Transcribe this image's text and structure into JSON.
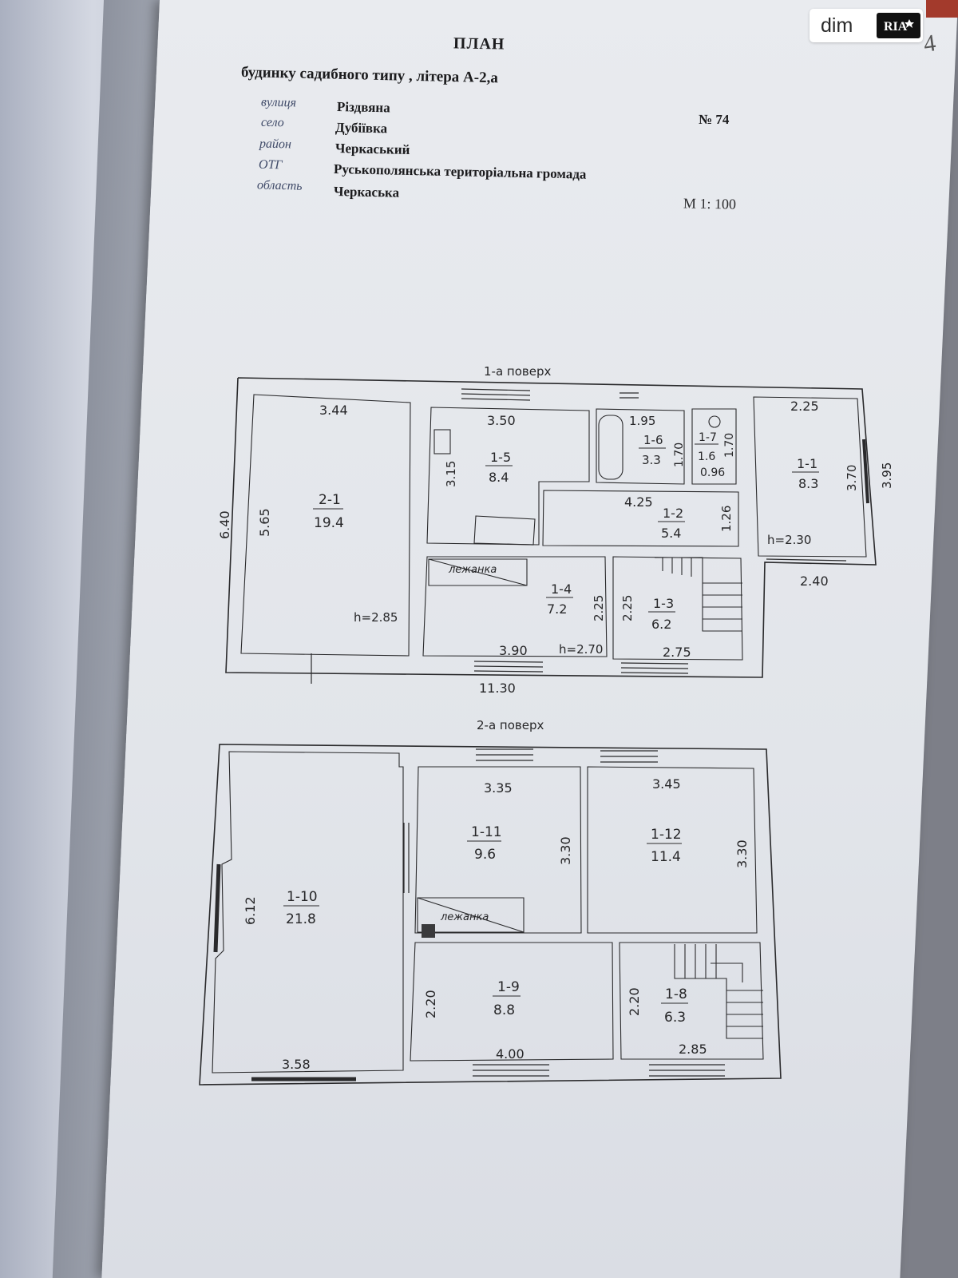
{
  "document": {
    "title": "ПЛАН",
    "subtitle": "будинку садибного типу , літера   А-2,а",
    "fields": [
      {
        "label": "вулиця",
        "value": "Різдвяна"
      },
      {
        "label": "село",
        "value": "Дубіївка"
      },
      {
        "label": "район",
        "value": "Черкаський"
      },
      {
        "label": "ОТГ",
        "value": "Руськополянська територіальна громада"
      },
      {
        "label": "область",
        "value": "Черкаська"
      }
    ],
    "number": "№ 74",
    "scale": "М 1: 100",
    "handwritten_mark": "4"
  },
  "watermark": {
    "dim": "dim",
    "ria": "RIA"
  },
  "floor1": {
    "title": "1-а  поверх",
    "rooms": [
      {
        "id": "2-1",
        "area": "19.4"
      },
      {
        "id": "1-5",
        "area": "8.4"
      },
      {
        "id": "1-6",
        "area": "3.3"
      },
      {
        "id": "1-7",
        "area": "1.6"
      },
      {
        "id": "1-1",
        "area": "8.3"
      },
      {
        "id": "1-2",
        "area": "5.4"
      },
      {
        "id": "1-4",
        "area": "7.2"
      },
      {
        "id": "1-3",
        "area": "6.2"
      }
    ],
    "dims": {
      "d344": "3.44",
      "d350": "3.50",
      "d195": "1.95",
      "d225top": "2.25",
      "d640": "6.40",
      "d565": "5.65",
      "d315": "3.15",
      "d170a": "1.70",
      "d170b": "1.70",
      "d096": "0.96",
      "d425": "4.25",
      "d126": "1.26",
      "d370": "3.70",
      "d395": "3.95",
      "h230": "h=2.30",
      "d240": "2.40",
      "d225a": "2.25",
      "d225b": "2.25",
      "h285": "h=2.85",
      "d390": "3.90",
      "h270": "h=2.70",
      "d275": "2.75",
      "d1130": "11.30"
    },
    "stove_label": "лежанка"
  },
  "floor2": {
    "title": "2-а  поверх",
    "rooms": [
      {
        "id": "1-10",
        "area": "21.8"
      },
      {
        "id": "1-11",
        "area": "9.6"
      },
      {
        "id": "1-12",
        "area": "11.4"
      },
      {
        "id": "1-9",
        "area": "8.8"
      },
      {
        "id": "1-8",
        "area": "6.3"
      }
    ],
    "dims": {
      "d335": "3.35",
      "d345": "3.45",
      "d330a": "3.30",
      "d330b": "3.30",
      "d612": "6.12",
      "d220a": "2.20",
      "d220b": "2.20",
      "d400": "4.00",
      "d285": "2.85",
      "d358": "3.58"
    },
    "stove_label": "лежанка"
  }
}
